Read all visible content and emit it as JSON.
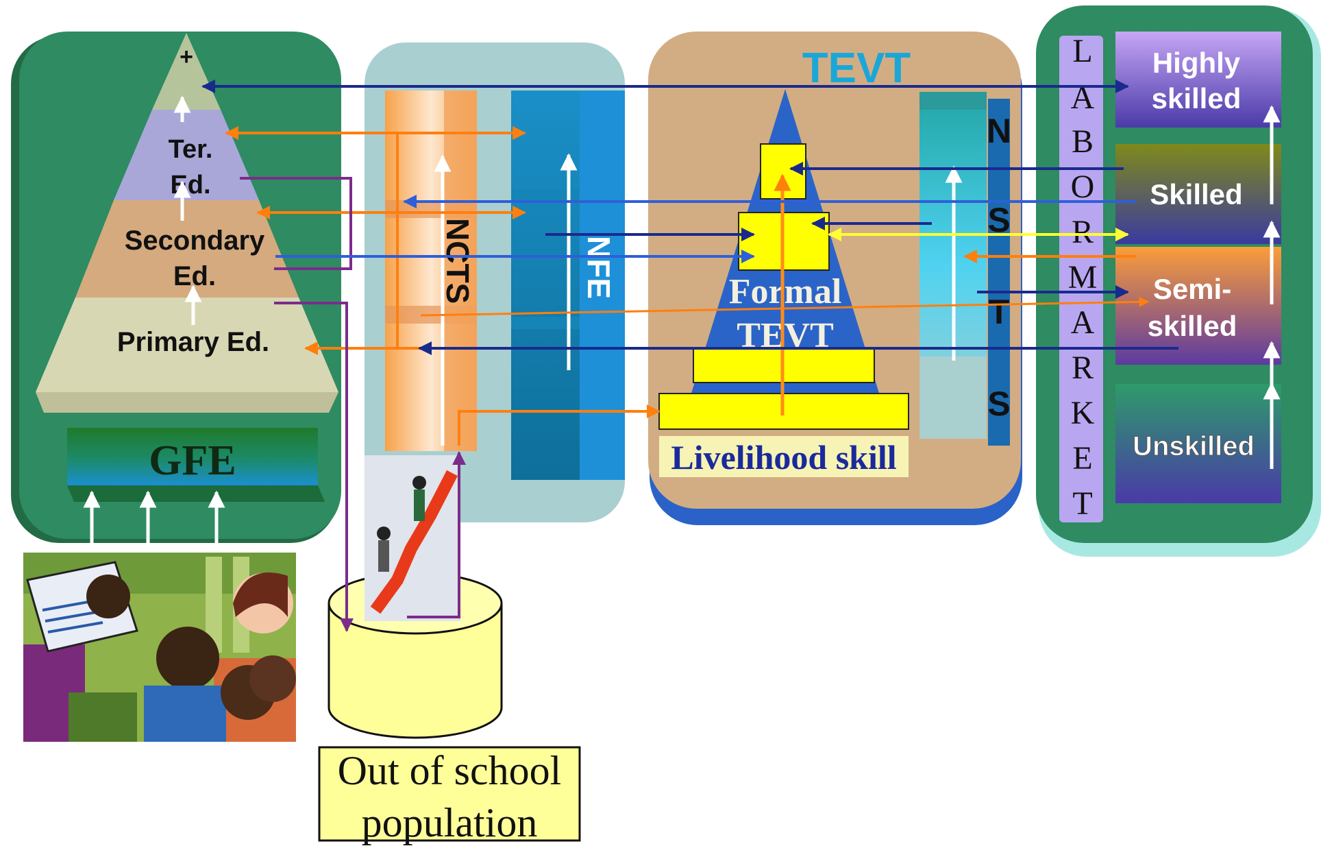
{
  "diagram": {
    "gfe_panel": {
      "apex_label": "+",
      "levels": {
        "tertiary_line1": "Ter.",
        "tertiary_line2": "Ed.",
        "secondary_line1": "Secondary",
        "secondary_line2": "Ed.",
        "primary": "Primary Ed."
      },
      "base_label": "GFE"
    },
    "middle_panel": {
      "ncts_label": "NCTS",
      "nfe_label": "NFE"
    },
    "tevt_panel": {
      "title": "TEVT",
      "formal_line1": "Formal",
      "formal_line2": "TEVT",
      "livelihood_label": "Livelihood skill",
      "nsts_letters": [
        "N",
        "S",
        "T",
        "S"
      ]
    },
    "labor_market": {
      "letters": [
        "L",
        "A",
        "B",
        "O",
        "R",
        "M",
        "A",
        "R",
        "K",
        "E",
        "T"
      ],
      "levels": {
        "highly_line1": "Highly",
        "highly_line2": "skilled",
        "skilled": "Skilled",
        "semi_line1": "Semi-",
        "semi_line2": "skilled",
        "unskilled": "Unskilled"
      }
    },
    "out_of_school": {
      "line1": "Out of school",
      "line2": "population"
    }
  },
  "colors": {
    "panel_green": "#2e8b62",
    "tevt_panel": "#d2ad83",
    "middle_panel": "#a9cfd0",
    "arrow_orange": "#ff7f0e",
    "arrow_navy": "#1a2a8c",
    "arrow_blue": "#2f5fd8",
    "arrow_purple": "#7b2c8a",
    "arrow_yellow": "#ffff33",
    "tevt_title": "#1aa7d8",
    "livelihood_text": "#1a2a9c"
  }
}
